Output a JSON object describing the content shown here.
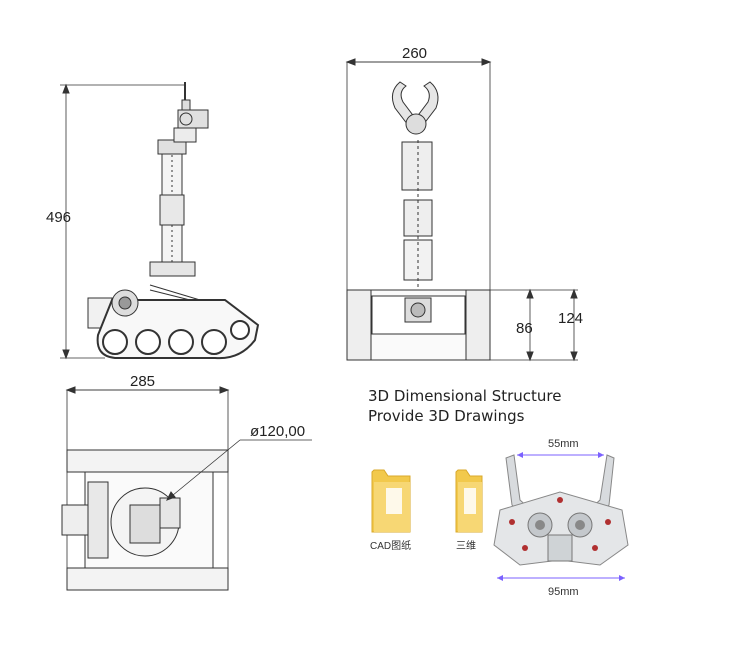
{
  "dimensions": {
    "height_total": "496",
    "width_top": "260",
    "width_plan": "285",
    "height_base_inner": "86",
    "height_base_outer": "124",
    "diameter": "ø120,00"
  },
  "captions": {
    "line1": "3D Dimensional Structure",
    "line2": "Provide 3D Drawings"
  },
  "files": [
    {
      "label": "CAD图纸",
      "icon": "folder-icon"
    },
    {
      "label": "三维",
      "icon": "folder-icon"
    }
  ],
  "gripper": {
    "top_width": "55mm",
    "bottom_width": "95mm"
  },
  "colors": {
    "line": "#333333",
    "folder": "#f2c94c",
    "folder_dark": "#d9a92b",
    "metal": "#cfd3d6",
    "highlight": "#7b61ff"
  }
}
